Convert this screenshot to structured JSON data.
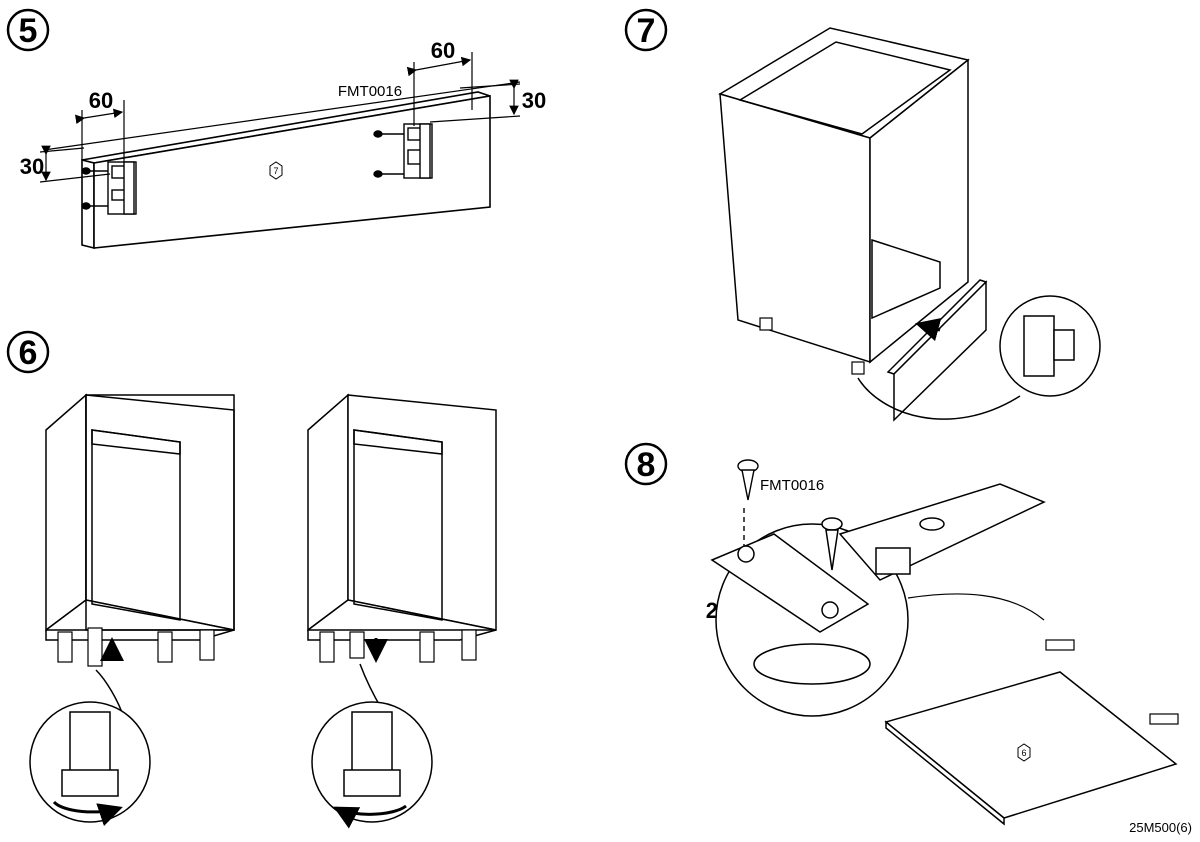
{
  "steps": {
    "five": "5",
    "six": "6",
    "seven": "7",
    "eight": "8"
  },
  "step5": {
    "dim_left_width": "60",
    "dim_right_width": "60",
    "dim_left_height": "30",
    "dim_right_height": "30",
    "screw_code": "FMT0016",
    "part_label": "7"
  },
  "step8": {
    "screw_code": "FMT0016",
    "quantity": "2x",
    "part_label": "6"
  },
  "footer": {
    "doc_code": "25M500(6)"
  },
  "icons": [
    "screw-icon",
    "bracket-icon",
    "leg-icon",
    "arrow-up-icon",
    "arrow-down-icon",
    "rotate-arrow-icon",
    "hinge-icon",
    "magnifier-callout-icon"
  ]
}
